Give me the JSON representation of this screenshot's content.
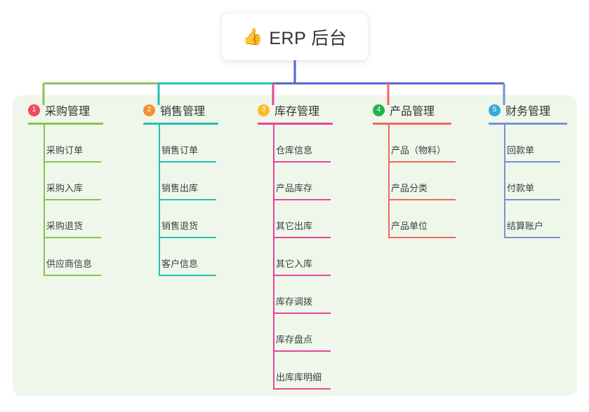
{
  "diagram": {
    "type": "mindmap",
    "root": {
      "icon": "thumbs-up-emoji",
      "emoji": "👍",
      "title": "ERP 后台"
    },
    "palette": {
      "panel_bg": "#eef7e9",
      "page_bg": "#ffffff",
      "root_bus": "#5b5fd0",
      "text": "#2f3438"
    },
    "columns": [
      {
        "number": "1",
        "title": "采购管理",
        "badge_color": "#f2495c",
        "line_color": "#8cc152",
        "items": [
          "采购订单",
          "采购入库",
          "采购退货",
          "供应商信息"
        ]
      },
      {
        "number": "2",
        "title": "销售管理",
        "badge_color": "#f59230",
        "line_color": "#22c1b4",
        "items": [
          "销售订单",
          "销售出库",
          "销售退货",
          "客户信息"
        ]
      },
      {
        "number": "3",
        "title": "库存管理",
        "badge_color": "#f9bc26",
        "line_color": "#e8449b",
        "items": [
          "仓库信息",
          "产品库存",
          "其它出库",
          "其它入库",
          "库存调拨",
          "库存盘点",
          "出库库明细"
        ]
      },
      {
        "number": "4",
        "title": "产品管理",
        "badge_color": "#24b24c",
        "line_color": "#f4655e",
        "items": [
          "产品（物料）",
          "产品分类",
          "产品单位"
        ]
      },
      {
        "number": "5",
        "title": "财务管理",
        "badge_color": "#35a8e0",
        "line_color": "#7b8fd4",
        "items": [
          "回款单",
          "付款单",
          "结算账户"
        ]
      }
    ]
  }
}
